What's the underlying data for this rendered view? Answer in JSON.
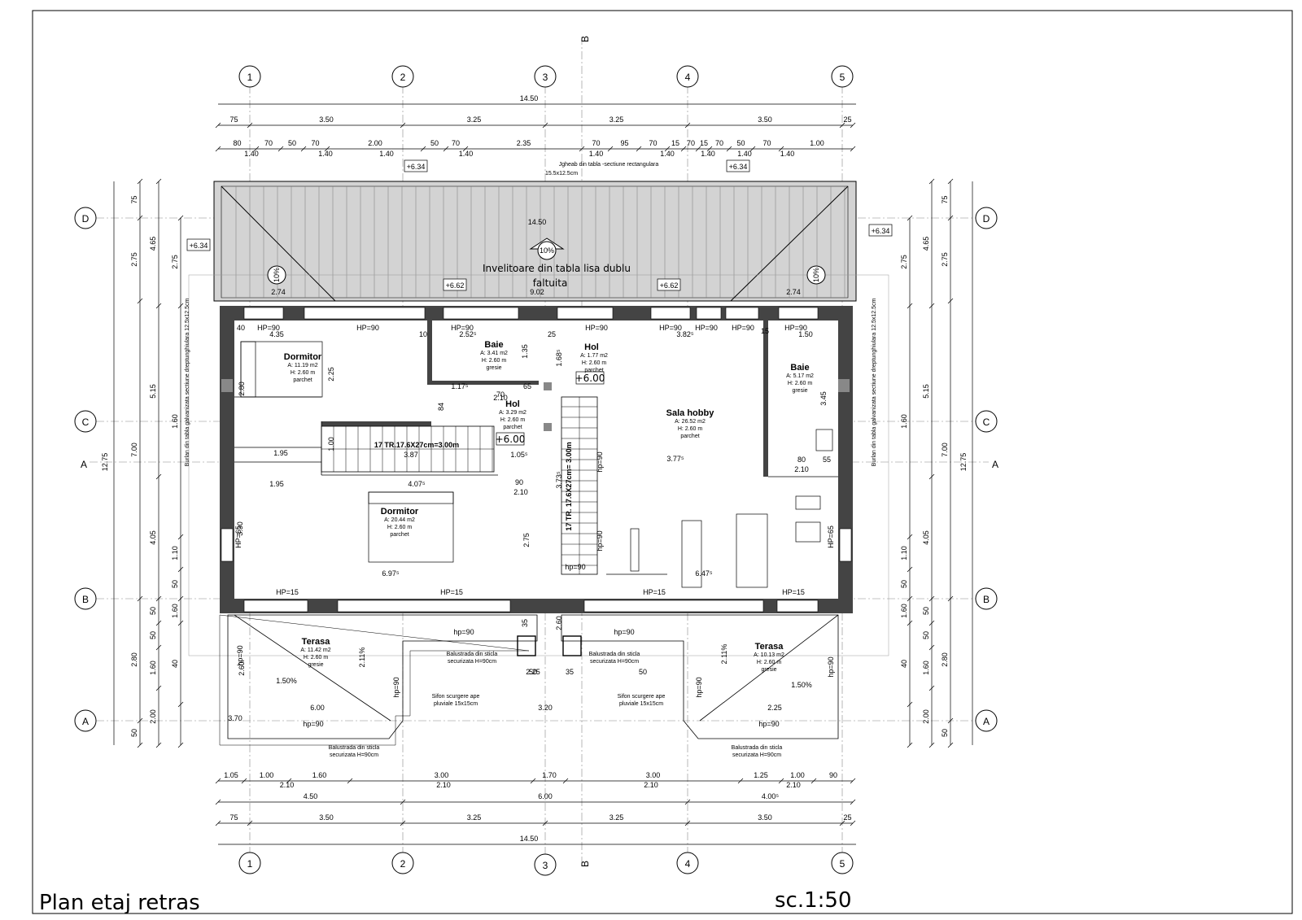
{
  "title": "Plan etaj retras",
  "scale": "sc.1:50",
  "axes": {
    "numbers": [
      "1",
      "2",
      "3",
      "4",
      "5"
    ],
    "letters": [
      "D",
      "C",
      "B",
      "A"
    ],
    "section_a": "A",
    "section_b": "B"
  },
  "roof": {
    "label_line1": "Invelitoare din tabla lisa dublu",
    "label_line2": "faltuita",
    "slope": "10%",
    "gutter_line1": "Jgheab din tabla -sectiune rectangulara",
    "gutter_line2": "15.5x12.5cm",
    "downpipe_left": "Burlan din tabla galvanizata sectiune dreptunghiulara 12.5x12.5cm",
    "downpipe_right": "Burlan din tabla galvanizata sectiune dreptunghiulara 12.5x12.5cm",
    "width": "14.50",
    "seg_left": "2.74",
    "seg_mid": "9.02",
    "seg_right": "2.74"
  },
  "elevations": {
    "roof_top": "+6.34",
    "ridge": "+6.62",
    "floor": "+6.00"
  },
  "rooms": [
    {
      "name": "Dormitor",
      "area": "A: 11.19 m2",
      "height": "H: 2.60 m",
      "floor": "parchet"
    },
    {
      "name": "Baie",
      "area": "A: 3.41 m2",
      "height": "H: 2.60 m",
      "floor": "gresie"
    },
    {
      "name": "Hol",
      "area": "A: 1.77 m2",
      "height": "H: 2.60 m",
      "floor": "parchet"
    },
    {
      "name": "Hol",
      "area": "A: 3.29 m2",
      "height": "H: 2.60 m",
      "floor": "parchet"
    },
    {
      "name": "Baie",
      "area": "A: 5.17 m2",
      "height": "H: 2.60 m",
      "floor": "gresie"
    },
    {
      "name": "Sala hobby",
      "area": "A: 26.52 m2",
      "height": "H: 2.60 m",
      "floor": "parchet"
    },
    {
      "name": "Dormitor",
      "area": "A: 20.44 m2",
      "height": "H: 2.60 m",
      "floor": "parchet"
    },
    {
      "name": "Terasa",
      "area": "A: 11.42 m2",
      "height": "H: 2.60 m",
      "floor": "gresie"
    },
    {
      "name": "Terasa",
      "area": "A: 10.13 m2",
      "height": "H: 2.60 m",
      "floor": "gresie"
    }
  ],
  "stairs": {
    "horizontal": "17 TR.17.6X27cm=3.00m",
    "vertical": "17 TR. 17.6X27cm= 3.00m"
  },
  "terrace": {
    "balustrade_line1": "Balustrada din sticla",
    "balustrade_line2": "securizata H=90cm",
    "drain_line1": "Sifon scurgere ape",
    "drain_line2": "pluviale 15x15cm",
    "slope1": "1.50%",
    "slope2": "2.11%"
  },
  "window_labels": {
    "hp90": "HP=90",
    "hp15": "HP=15",
    "hp65": "HP=65",
    "hp90_lower": "hp=90"
  },
  "dims_top": {
    "total": "14.50",
    "row2": [
      "75",
      "3.50",
      "3.25",
      "3.25",
      "3.50",
      "25"
    ],
    "row3a": [
      "80",
      "70",
      "50",
      "70",
      "2.00",
      "50",
      "70",
      "2.35",
      "70",
      "95",
      "70",
      "15",
      "70",
      "15",
      "70",
      "50",
      "70",
      "1.00"
    ],
    "row3b": [
      "1.40",
      "1.40",
      "1.40",
      "1.40",
      "1.40",
      "1.40",
      "1.40",
      "1.40",
      "1.40"
    ]
  },
  "dims_bottom": {
    "row1a": [
      "1.05",
      "1.00",
      "1.60",
      "3.00",
      "1.70",
      "3.00",
      "1.25",
      "1.00",
      "90"
    ],
    "row1b": [
      "2.10",
      "2.10",
      "2.10",
      "2.10"
    ],
    "row2": [
      "4.50",
      "6.00",
      "4.00⁵"
    ],
    "row3": [
      "75",
      "3.50",
      "3.25",
      "3.25",
      "3.50",
      "25"
    ],
    "total": "14.50"
  },
  "dims_left": {
    "outer": "12.75",
    "mid": [
      "75",
      "2.75",
      "7.00",
      "2.80",
      "50"
    ],
    "row3": [
      "4.65",
      "5.15",
      "4.05",
      "50",
      "50",
      "1.60",
      "2.00"
    ],
    "row4": [
      "2.75",
      "1.60",
      "1.10",
      "50",
      "1.60",
      "40"
    ]
  },
  "dims_interior": [
    "4.35",
    "2.52⁵",
    "3.82⁵",
    "1.50",
    "2.25",
    "2.80",
    "1.17⁵",
    "70",
    "2.10",
    "1.95",
    "1.95",
    "3.87",
    "1.05⁵",
    "4.07⁵",
    "90",
    "2.10",
    "3.30",
    "2.75",
    "6.97⁵",
    "6.47⁵",
    "3.77⁵",
    "80",
    "55",
    "2.10",
    "3.45",
    "1.68⁵",
    "3.73⁵",
    "1.35",
    "1.00",
    "84",
    "65",
    "15",
    "25",
    "10",
    "40",
    "3.70",
    "6.00",
    "3.20",
    "2.25",
    "2.25",
    "50",
    "50",
    "35",
    "35",
    "2.60",
    "2.60"
  ]
}
